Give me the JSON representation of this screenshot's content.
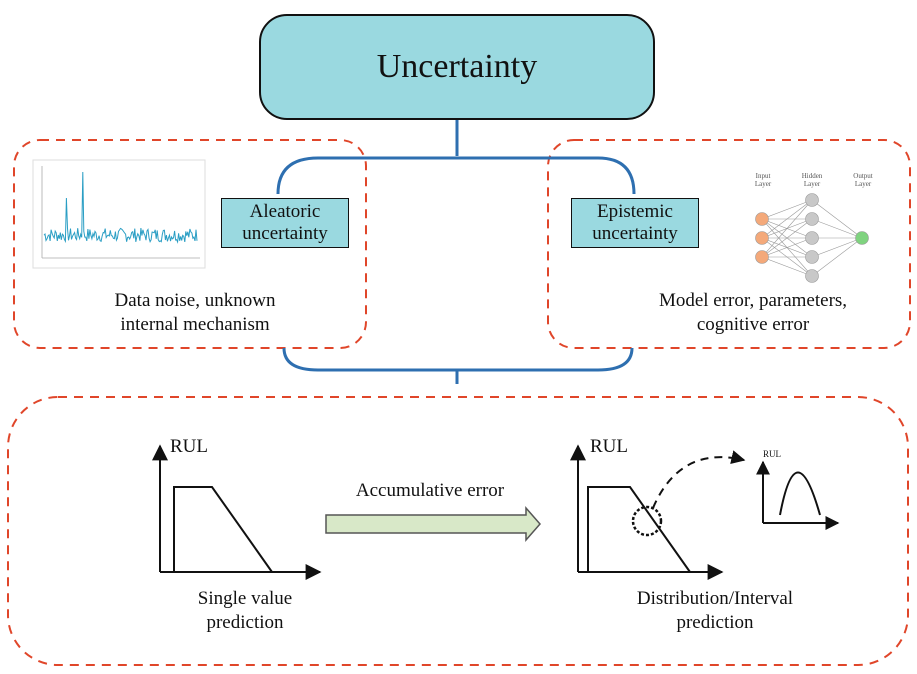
{
  "title": "Uncertainty",
  "aleatoric": {
    "tag": "Aleatoric uncertainty",
    "description_line1": "Data noise, unknown",
    "description_line2": "internal mechanism"
  },
  "epistemic": {
    "tag": "Epistemic uncertainty",
    "description_line1": "Model error, parameters,",
    "description_line2": "cognitive error",
    "nn_layers": [
      "Input Layer",
      "Hidden Layer",
      "Output Layer"
    ]
  },
  "prediction": {
    "left_axis": "RUL",
    "left_caption_line1": "Single value",
    "left_caption_line2": "prediction",
    "arrow_label": "Accumulative error",
    "right_axis": "RUL",
    "right_caption_line1": "Distribution/Interval",
    "right_caption_line2": "prediction",
    "inset_axis": "RUL"
  },
  "colors": {
    "box_fill": "#9ad9e0",
    "connector": "#2e6fb0",
    "dashed_border": "#e0462a",
    "arrow_fill": "#d8e8c8",
    "noise_signal": "#2a9ec4",
    "nn_input": "#f4a97a",
    "nn_hidden": "#c8c8c8",
    "nn_output": "#7fd37f"
  }
}
